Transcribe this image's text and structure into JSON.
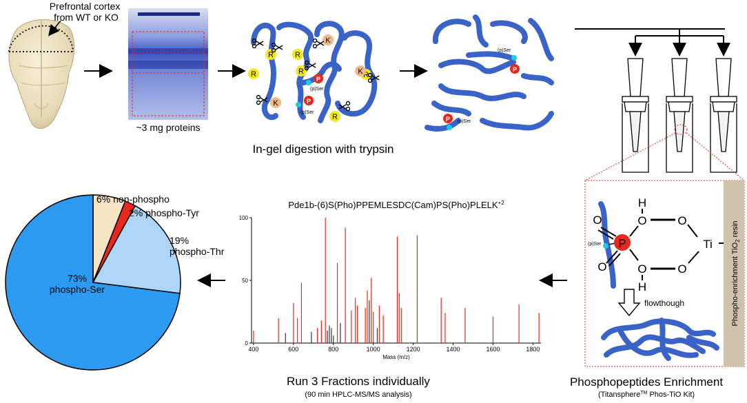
{
  "brain": {
    "label": "Prefrontal cortex from WT or KO"
  },
  "gel": {
    "label": "~3 mg proteins"
  },
  "digestion": {
    "caption": "In-gel digestion with trypsin",
    "residue_R": "R",
    "residue_K": "K",
    "phospho_P": "P",
    "pser": "(p)Ser"
  },
  "enrichment": {
    "title": "Phosphopeptides Enrichment",
    "subtitle": "(Titansphere",
    "subtitle_tm": "TM",
    "subtitle_end": " Phos-TiO Kit)",
    "resin_label": "Phospho-enrichment TiO",
    "resin_sub": "2",
    "resin_end": " resin",
    "flowthrough": "flowthough",
    "chem": {
      "H": "H",
      "O": "O",
      "P": "P",
      "Ti": "Ti",
      "pser": "(p)Ser"
    }
  },
  "run": {
    "title": "Run 3 Fractions individually",
    "subtitle": "(90 min HPLC-MS/MS analysis)"
  },
  "spectrum": {
    "title": "Pde1b-(6)S(Pho)PPEMLESDC(Cam)PS(Pho)PLELK",
    "title_sup": "+2",
    "xlabel": "Mass (m/z)",
    "xticks": [
      "400",
      "600",
      "800",
      "1000",
      "1200",
      "1400",
      "1600",
      "1800"
    ],
    "yticks": [
      "0",
      "50",
      "100"
    ]
  },
  "chart_data": {
    "type": "pie",
    "categories": [
      "phospho-Ser",
      "phospho-Thr",
      "phospho-Tyr",
      "non-phospho"
    ],
    "values": [
      73,
      19,
      2,
      6
    ],
    "colors": [
      "#2b9af0",
      "#aed6f8",
      "#e8281e",
      "#f7e4c4"
    ],
    "labels": {
      "ser_pct": "73%",
      "ser": "phospho-Ser",
      "thr_pct": "19%",
      "thr": "phospho-Thr",
      "tyr": "2% phospho-Tyr",
      "non": "6% non-phospho"
    }
  },
  "colors": {
    "peptide": "#3a63c8",
    "phospho": "#e8281e",
    "residue_R": "#f2e820",
    "residue_K": "#f0b98a",
    "ser_dot": "#20c8e8",
    "resin_bar": "#cfc2ad",
    "dash": "#e8281e"
  }
}
